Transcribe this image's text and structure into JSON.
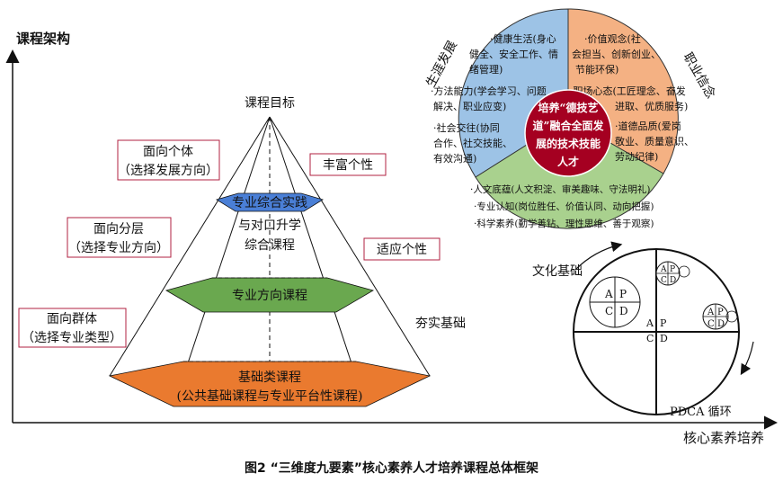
{
  "axis": {
    "y_label": "课程架构",
    "x_label": "核心素养培养"
  },
  "pyramid": {
    "apex_label": "课程目标",
    "layers": [
      {
        "lines": [
          "专业综合实践",
          "与对口升学",
          "综合课程"
        ],
        "color": "#4a7fd6"
      },
      {
        "lines": [
          "专业方向课程"
        ],
        "color": "#6aa84f"
      },
      {
        "lines": [
          "基础类课程",
          "(公共基础课程与专业平台性课程)"
        ],
        "color": "#ea7a2f"
      }
    ],
    "left_boxes": [
      {
        "lines": [
          "面向个体",
          "（选择发展方向）"
        ]
      },
      {
        "lines": [
          "面向分层",
          "（选择专业方向）"
        ]
      },
      {
        "lines": [
          "面向群体",
          "（选择专业类型）"
        ]
      }
    ],
    "right_labels": [
      {
        "text": "丰富个性",
        "boxed": true
      },
      {
        "text": "适应个性",
        "boxed": true
      },
      {
        "text": "夯实基础",
        "boxed": false
      }
    ]
  },
  "circle": {
    "colors": {
      "blue": "#9dc3e6",
      "orange": "#f4b183",
      "green": "#a9d18e",
      "center": "#a50021"
    },
    "arc_left": "生涯发展",
    "arc_right": "职业信念",
    "center_lines": [
      "培养“德技艺",
      "道”融合全面发",
      "展的技术技能",
      "人才"
    ],
    "blue_items": [
      [
        "·健康生活(身心",
        "健全、安全工作、情",
        "绪管理)"
      ],
      [
        "·方法能力(学会学习、问题",
        "解决、职业应变)"
      ],
      [
        "·社会交往(协同",
        "合作、社交技能、",
        "有效沟通)"
      ]
    ],
    "orange_items": [
      [
        "·价值观念(社",
        "会担当、创新创业、",
        "节能环保)"
      ],
      [
        "·职场心态(工匠理念、奋发",
        "进取、优质服务)"
      ],
      [
        "·道德品质(爱岗",
        "敬业、质量意识、",
        "劳动纪律)"
      ]
    ],
    "green_items": [
      "·人文底蕴(人文积淀、审美趣味、守法明礼)",
      "·专业认知(岗位胜任、价值认同、动向把握)",
      "·科学素养(勤学善钻、理性思维、善于观察)"
    ]
  },
  "pdca": {
    "culture_label": "文化基础",
    "cycle_label": "PDCA 循环",
    "letters": [
      "A",
      "P",
      "C",
      "D"
    ]
  },
  "caption": "图2  “三维度九要素”核心素养人才培养课程总体框架"
}
